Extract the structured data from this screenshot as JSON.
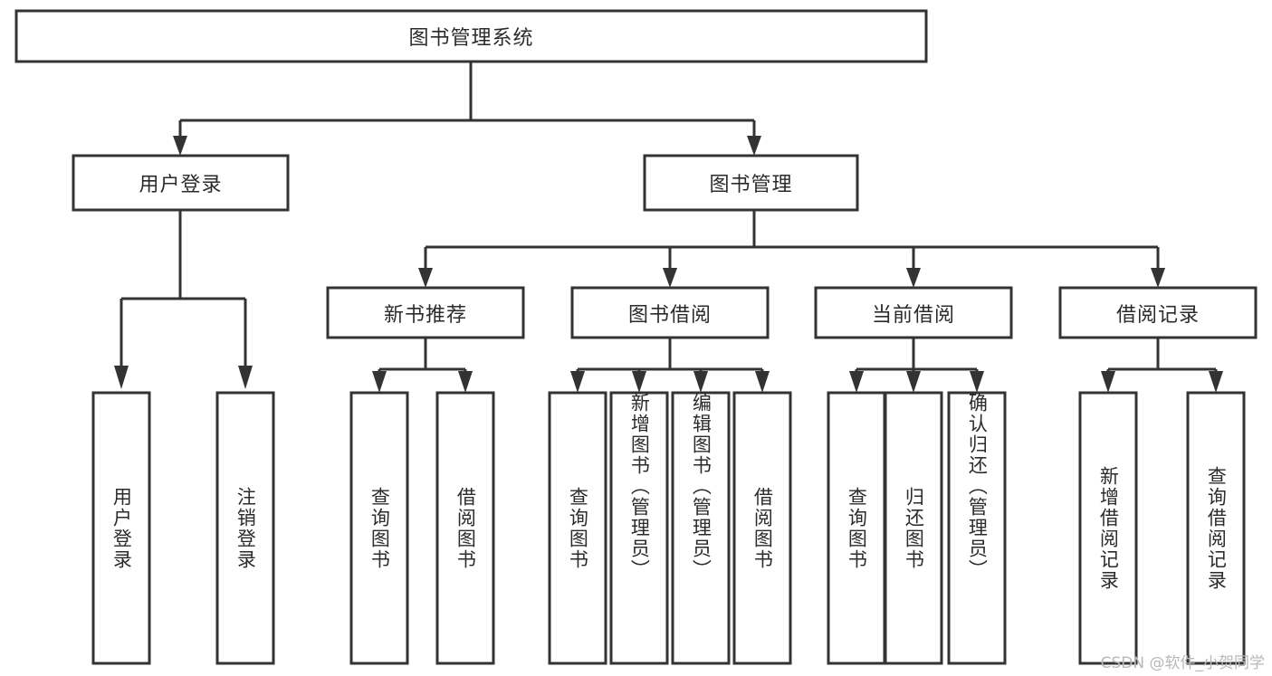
{
  "diagram": {
    "title": "图书管理系统",
    "type": "tree-hierarchy-chart",
    "root": {
      "label": "图书管理系统"
    },
    "level2": [
      {
        "label": "用户登录"
      },
      {
        "label": "图书管理"
      }
    ],
    "level3": [
      {
        "label": "新书推荐"
      },
      {
        "label": "图书借阅"
      },
      {
        "label": "当前借阅"
      },
      {
        "label": "借阅记录"
      }
    ],
    "leaves": {
      "user_login": [
        {
          "label": "用户登录"
        },
        {
          "label": "注销登录"
        }
      ],
      "new_book_recommend": [
        {
          "label": "查询图书"
        },
        {
          "label": "借阅图书"
        }
      ],
      "book_borrow": [
        {
          "label": "查询图书"
        },
        {
          "label": "新增图书（管理员）"
        },
        {
          "label": "编辑图书（管理员）"
        },
        {
          "label": "借阅图书"
        }
      ],
      "current_borrow": [
        {
          "label": "查询图书"
        },
        {
          "label": "归还图书"
        },
        {
          "label": "确认归还（管理员）"
        }
      ],
      "borrow_record": [
        {
          "label": "新增借阅记录"
        },
        {
          "label": "查询借阅记录"
        }
      ]
    }
  },
  "watermark": {
    "text": "CSDN @软件_小贺同学"
  },
  "colors": {
    "stroke": "#333333",
    "box_fill": "#ffffff",
    "text": "#2b2b2b",
    "watermark": "#b8b8b8",
    "background": "#ffffff"
  }
}
